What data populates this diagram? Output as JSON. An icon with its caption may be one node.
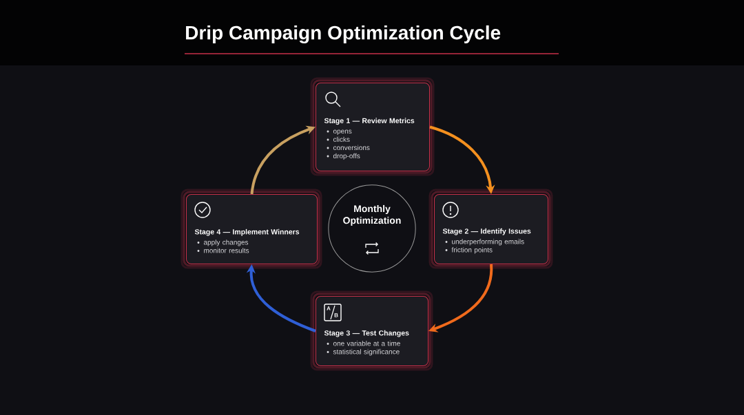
{
  "diagram": {
    "title": "Drip Campaign Optimization Cycle",
    "nodes": [
      {
        "text": [
          "Stage 1 — Review Metrics",
          "opens",
          "clicks",
          "conversions",
          "drop-offs"
        ]
      },
      {
        "text": [
          "Stage 2 — Identify Issues",
          "underperforming emails",
          "friction points"
        ]
      },
      {
        "text": [
          "Stage 3 — Test Changes",
          "one variable at a time",
          "statistical significance"
        ]
      },
      {
        "text": [
          "Stage 4 — Implement Winners",
          "apply changes",
          "monitor results"
        ]
      },
      {
        "text": [
          "Monthly Optimization"
        ]
      }
    ],
    "edges": [
      {
        "from": 0,
        "to": 1,
        "arrow": "to",
        "color": "#f4901f"
      },
      {
        "from": 1,
        "to": 2,
        "arrow": "to",
        "color": "#f06a1c"
      },
      {
        "from": 2,
        "to": 3,
        "arrow": "to",
        "color": "#2f5fd6"
      },
      {
        "from": 3,
        "to": 0,
        "arrow": "to",
        "color": "#c8a060"
      }
    ],
    "labels": [
      "A",
      "B"
    ]
  }
}
